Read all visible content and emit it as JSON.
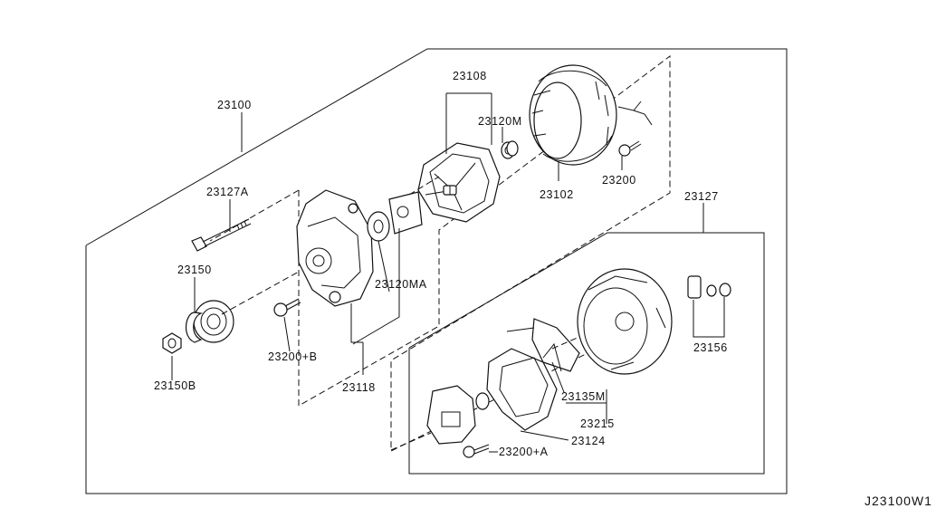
{
  "labels": {
    "p23100": "23100",
    "p23108": "23108",
    "p23120M": "23120M",
    "p23102": "23102",
    "p23200": "23200",
    "p23127A": "23127A",
    "p23127": "23127",
    "p23150": "23150",
    "p23120MA": "23120MA",
    "p23156": "23156",
    "p23200B": "23200+B",
    "p23150B": "23150B",
    "p23118": "23118",
    "p23135M": "23135M",
    "p23215": "23215",
    "p23124": "23124",
    "p23200A": "23200+A"
  },
  "diagram_code": "J23100W1"
}
